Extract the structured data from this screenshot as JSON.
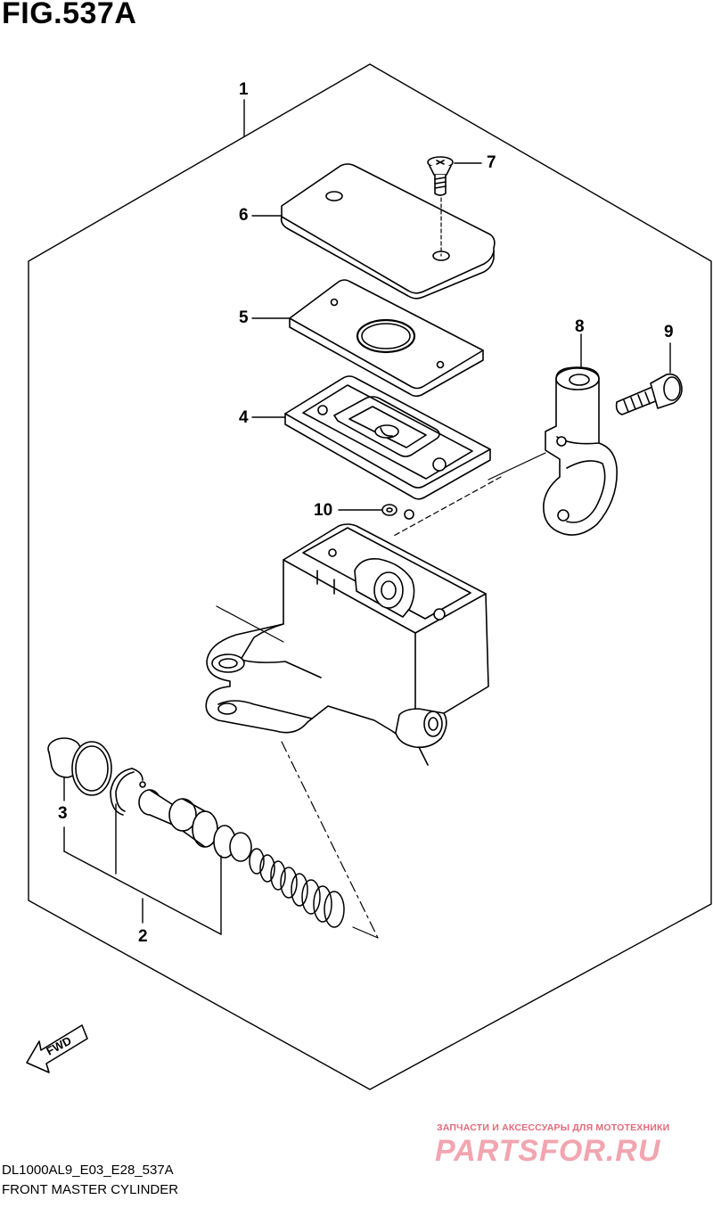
{
  "figure_title": "FIG.537A",
  "part_numbers": {
    "p1": "1",
    "p2": "2",
    "p3": "3",
    "p4": "4",
    "p5": "5",
    "p6": "6",
    "p7": "7",
    "p8": "8",
    "p9": "9",
    "p10": "10"
  },
  "fwd_label": "FWD",
  "footer": {
    "model_code": "DL1000AL9_E03_E28_537A",
    "assembly_name": "FRONT MASTER CYLINDER"
  },
  "watermark": {
    "tagline": "ЗАПЧАСТИ И АКСЕССУАРЫ ДЛЯ МОТОТЕХНИКИ",
    "logo_text": "PARTSFOR.RU",
    "color": "#e36a7a"
  }
}
